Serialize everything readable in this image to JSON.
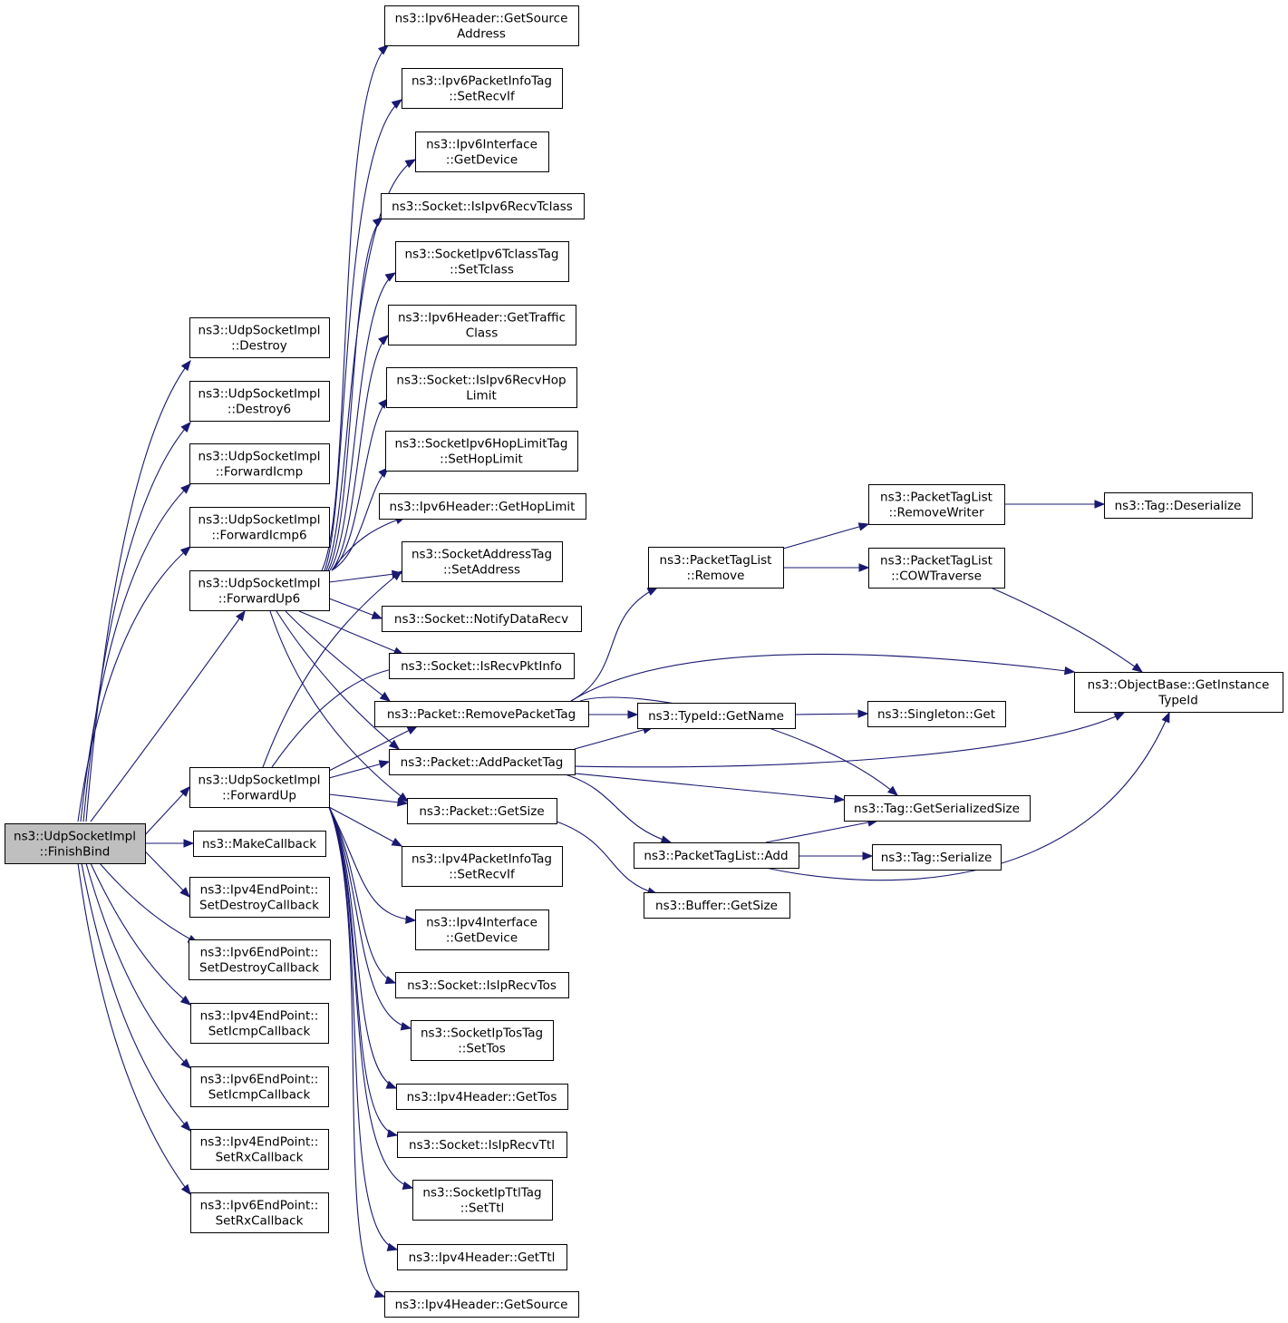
{
  "graph": {
    "nodes": [
      {
        "id": "finishbind",
        "lines": [
          "ns3::UdpSocketImpl",
          "::FinishBind"
        ],
        "root": true
      },
      {
        "id": "destroy",
        "lines": [
          "ns3::UdpSocketImpl",
          "::Destroy"
        ]
      },
      {
        "id": "destroy6",
        "lines": [
          "ns3::UdpSocketImpl",
          "::Destroy6"
        ]
      },
      {
        "id": "forwardicmp",
        "lines": [
          "ns3::UdpSocketImpl",
          "::ForwardIcmp"
        ]
      },
      {
        "id": "forwardicmp6",
        "lines": [
          "ns3::UdpSocketImpl",
          "::ForwardIcmp6"
        ]
      },
      {
        "id": "forwardup6",
        "lines": [
          "ns3::UdpSocketImpl",
          "::ForwardUp6"
        ]
      },
      {
        "id": "forwardup",
        "lines": [
          "ns3::UdpSocketImpl",
          "::ForwardUp"
        ]
      },
      {
        "id": "makecallback",
        "lines": [
          "ns3::MakeCallback"
        ]
      },
      {
        "id": "ipv4ep_destroy",
        "lines": [
          "ns3::Ipv4EndPoint::",
          "SetDestroyCallback"
        ]
      },
      {
        "id": "ipv6ep_destroy",
        "lines": [
          "ns3::Ipv6EndPoint::",
          "SetDestroyCallback"
        ]
      },
      {
        "id": "ipv4ep_icmp",
        "lines": [
          "ns3::Ipv4EndPoint::",
          "SetIcmpCallback"
        ]
      },
      {
        "id": "ipv6ep_icmp",
        "lines": [
          "ns3::Ipv6EndPoint::",
          "SetIcmpCallback"
        ]
      },
      {
        "id": "ipv4ep_rx",
        "lines": [
          "ns3::Ipv4EndPoint::",
          "SetRxCallback"
        ]
      },
      {
        "id": "ipv6ep_rx",
        "lines": [
          "ns3::Ipv6EndPoint::",
          "SetRxCallback"
        ]
      },
      {
        "id": "ipv6hdr_src",
        "lines": [
          "ns3::Ipv6Header::GetSource",
          "Address"
        ]
      },
      {
        "id": "ipv6pit_setrecvif",
        "lines": [
          "ns3::Ipv6PacketInfoTag",
          "::SetRecvIf"
        ]
      },
      {
        "id": "ipv6if_getdevice",
        "lines": [
          "ns3::Ipv6Interface",
          "::GetDevice"
        ]
      },
      {
        "id": "sock_isipv6recvtclass",
        "lines": [
          "ns3::Socket::IsIpv6RecvTclass"
        ]
      },
      {
        "id": "sockipv6tclasstag",
        "lines": [
          "ns3::SocketIpv6TclassTag",
          "::SetTclass"
        ]
      },
      {
        "id": "ipv6hdr_traffic",
        "lines": [
          "ns3::Ipv6Header::GetTraffic",
          "Class"
        ]
      },
      {
        "id": "sock_isipv6recvhop",
        "lines": [
          "ns3::Socket::IsIpv6RecvHop",
          "Limit"
        ]
      },
      {
        "id": "sockipv6hoplimittag",
        "lines": [
          "ns3::SocketIpv6HopLimitTag",
          "::SetHopLimit"
        ]
      },
      {
        "id": "ipv6hdr_hoplimit",
        "lines": [
          "ns3::Ipv6Header::GetHopLimit"
        ]
      },
      {
        "id": "sockaddrtag",
        "lines": [
          "ns3::SocketAddressTag",
          "::SetAddress"
        ]
      },
      {
        "id": "sock_notify",
        "lines": [
          "ns3::Socket::NotifyDataRecv"
        ]
      },
      {
        "id": "sock_isrecvpktinfo",
        "lines": [
          "ns3::Socket::IsRecvPktInfo"
        ]
      },
      {
        "id": "pkt_removetag",
        "lines": [
          "ns3::Packet::RemovePacketTag"
        ]
      },
      {
        "id": "pkt_addtag",
        "lines": [
          "ns3::Packet::AddPacketTag"
        ]
      },
      {
        "id": "pkt_getsize",
        "lines": [
          "ns3::Packet::GetSize"
        ]
      },
      {
        "id": "ipv4pit_setrecvif",
        "lines": [
          "ns3::Ipv4PacketInfoTag",
          "::SetRecvIf"
        ]
      },
      {
        "id": "ipv4if_getdevice",
        "lines": [
          "ns3::Ipv4Interface",
          "::GetDevice"
        ]
      },
      {
        "id": "sock_isiprecvtos",
        "lines": [
          "ns3::Socket::IsIpRecvTos"
        ]
      },
      {
        "id": "sockiptostag",
        "lines": [
          "ns3::SocketIpTosTag",
          "::SetTos"
        ]
      },
      {
        "id": "ipv4hdr_gettos",
        "lines": [
          "ns3::Ipv4Header::GetTos"
        ]
      },
      {
        "id": "sock_isiprecvttl",
        "lines": [
          "ns3::Socket::IsIpRecvTtl"
        ]
      },
      {
        "id": "sockipttltag",
        "lines": [
          "ns3::SocketIpTtlTag",
          "::SetTtl"
        ]
      },
      {
        "id": "ipv4hdr_getttl",
        "lines": [
          "ns3::Ipv4Header::GetTtl"
        ]
      },
      {
        "id": "ipv4hdr_getsource",
        "lines": [
          "ns3::Ipv4Header::GetSource"
        ]
      },
      {
        "id": "ptl_remove",
        "lines": [
          "ns3::PacketTagList",
          "::Remove"
        ]
      },
      {
        "id": "typeid_getname",
        "lines": [
          "ns3::TypeId::GetName"
        ]
      },
      {
        "id": "ptl_add",
        "lines": [
          "ns3::PacketTagList::Add"
        ]
      },
      {
        "id": "buffer_getsize",
        "lines": [
          "ns3::Buffer::GetSize"
        ]
      },
      {
        "id": "ptl_removewriter",
        "lines": [
          "ns3::PacketTagList",
          "::RemoveWriter"
        ]
      },
      {
        "id": "ptl_cowtraverse",
        "lines": [
          "ns3::PacketTagList",
          "::COWTraverse"
        ]
      },
      {
        "id": "singleton_get",
        "lines": [
          "ns3::Singleton::Get"
        ]
      },
      {
        "id": "tag_getserializedsize",
        "lines": [
          "ns3::Tag::GetSerializedSize"
        ]
      },
      {
        "id": "tag_serialize",
        "lines": [
          "ns3::Tag::Serialize"
        ]
      },
      {
        "id": "tag_deserialize",
        "lines": [
          "ns3::Tag::Deserialize"
        ]
      },
      {
        "id": "objectbase_getinstancetypeid",
        "lines": [
          "ns3::ObjectBase::GetInstance",
          "TypeId"
        ]
      }
    ],
    "colors": {
      "edge": "#191970",
      "node_border": "#000000",
      "node_fill": "#ffffff",
      "root_fill": "#bfbfbf",
      "text": "#000000"
    }
  }
}
